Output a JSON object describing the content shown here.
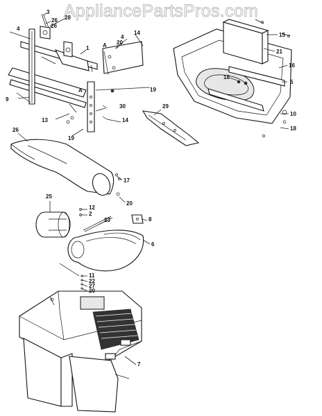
{
  "watermark": "AppliancePartsPros.com",
  "callouts": {
    "c1": "1",
    "c2": "2",
    "c3": "3",
    "c4": "4",
    "c4b": "4",
    "c5": "5",
    "c6": "6",
    "c7": "7",
    "c8": "8",
    "c9": "9",
    "c10": "10",
    "c11": "11",
    "c12": "12",
    "c13": "13",
    "c14": "14",
    "c14b": "14",
    "c15": "15",
    "c16": "16",
    "c17": "17",
    "c18": "18",
    "c18b": "18",
    "c19": "19",
    "c19b": "19",
    "c20": "20",
    "c20b": "20",
    "c20c": "20",
    "c21": "21",
    "c22": "22",
    "c23": "23",
    "c25": "25",
    "c26": "26",
    "c26b": "26",
    "c27": "27",
    "c28": "28",
    "c29": "29",
    "c30": "30",
    "cA1": "A",
    "cA2": "A"
  }
}
